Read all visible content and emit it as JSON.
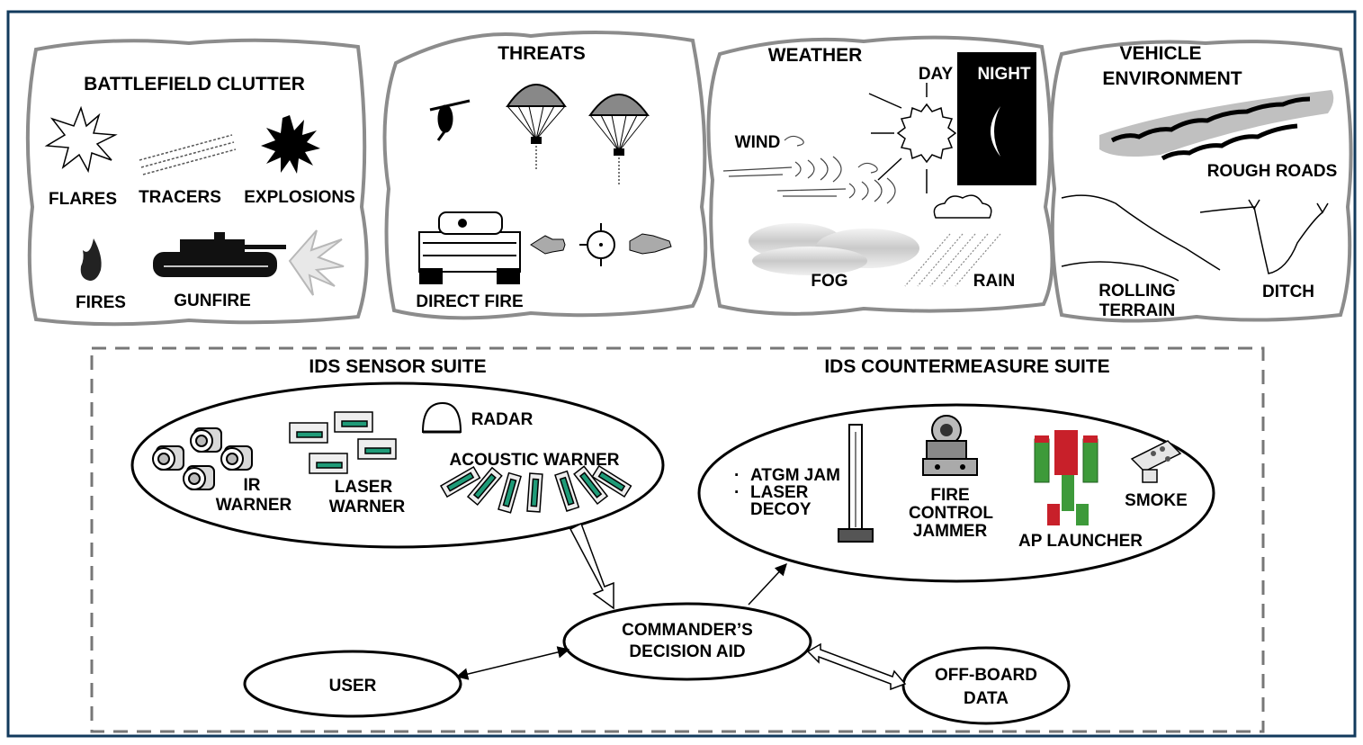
{
  "panels": {
    "battlefield_clutter": {
      "title": "BATTLEFIELD CLUTTER",
      "items": [
        "FLARES",
        "TRACERS",
        "EXPLOSIONS",
        "FIRES",
        "GUNFIRE"
      ]
    },
    "threats": {
      "title": "THREATS",
      "items": [
        "DIRECT FIRE"
      ]
    },
    "weather": {
      "title": "WEATHER",
      "items": [
        "DAY",
        "NIGHT",
        "WIND",
        "FOG",
        "RAIN"
      ]
    },
    "vehicle_environment": {
      "title_line1": "VEHICLE",
      "title_line2": "ENVIRONMENT",
      "items": [
        "ROUGH ROADS",
        "ROLLING",
        "TERRAIN",
        "DITCH"
      ]
    }
  },
  "sensor_suite": {
    "title": "IDS SENSOR SUITE",
    "items": {
      "radar": "RADAR",
      "acoustic": "ACOUSTIC WARNER",
      "ir_line1": "IR",
      "ir_line2": "WARNER",
      "laser_line1": "LASER",
      "laser_line2": "WARNER"
    }
  },
  "countermeasure_suite": {
    "title": "IDS COUNTERMEASURE SUITE",
    "items": {
      "atgm": "ATGM JAM",
      "laser_decoy_line1": "LASER",
      "laser_decoy_line2": "DECOY",
      "fcj_line1": "FIRE",
      "fcj_line2": "CONTROL",
      "fcj_line3": "JAMMER",
      "ap_launcher": "AP LAUNCHER",
      "smoke": "SMOKE"
    }
  },
  "nodes": {
    "decision_aid_line1": "COMMANDER’S",
    "decision_aid_line2": "DECISION AID",
    "user": "USER",
    "offboard_line1": "OFF-BOARD",
    "offboard_line2": "DATA"
  },
  "colors": {
    "frame": "#123a5c",
    "cloud_outline": "#8c8c8c",
    "sensor_green": "#1f9b78",
    "launcher_red": "#c8202a",
    "launcher_green": "#3d9a3a"
  }
}
